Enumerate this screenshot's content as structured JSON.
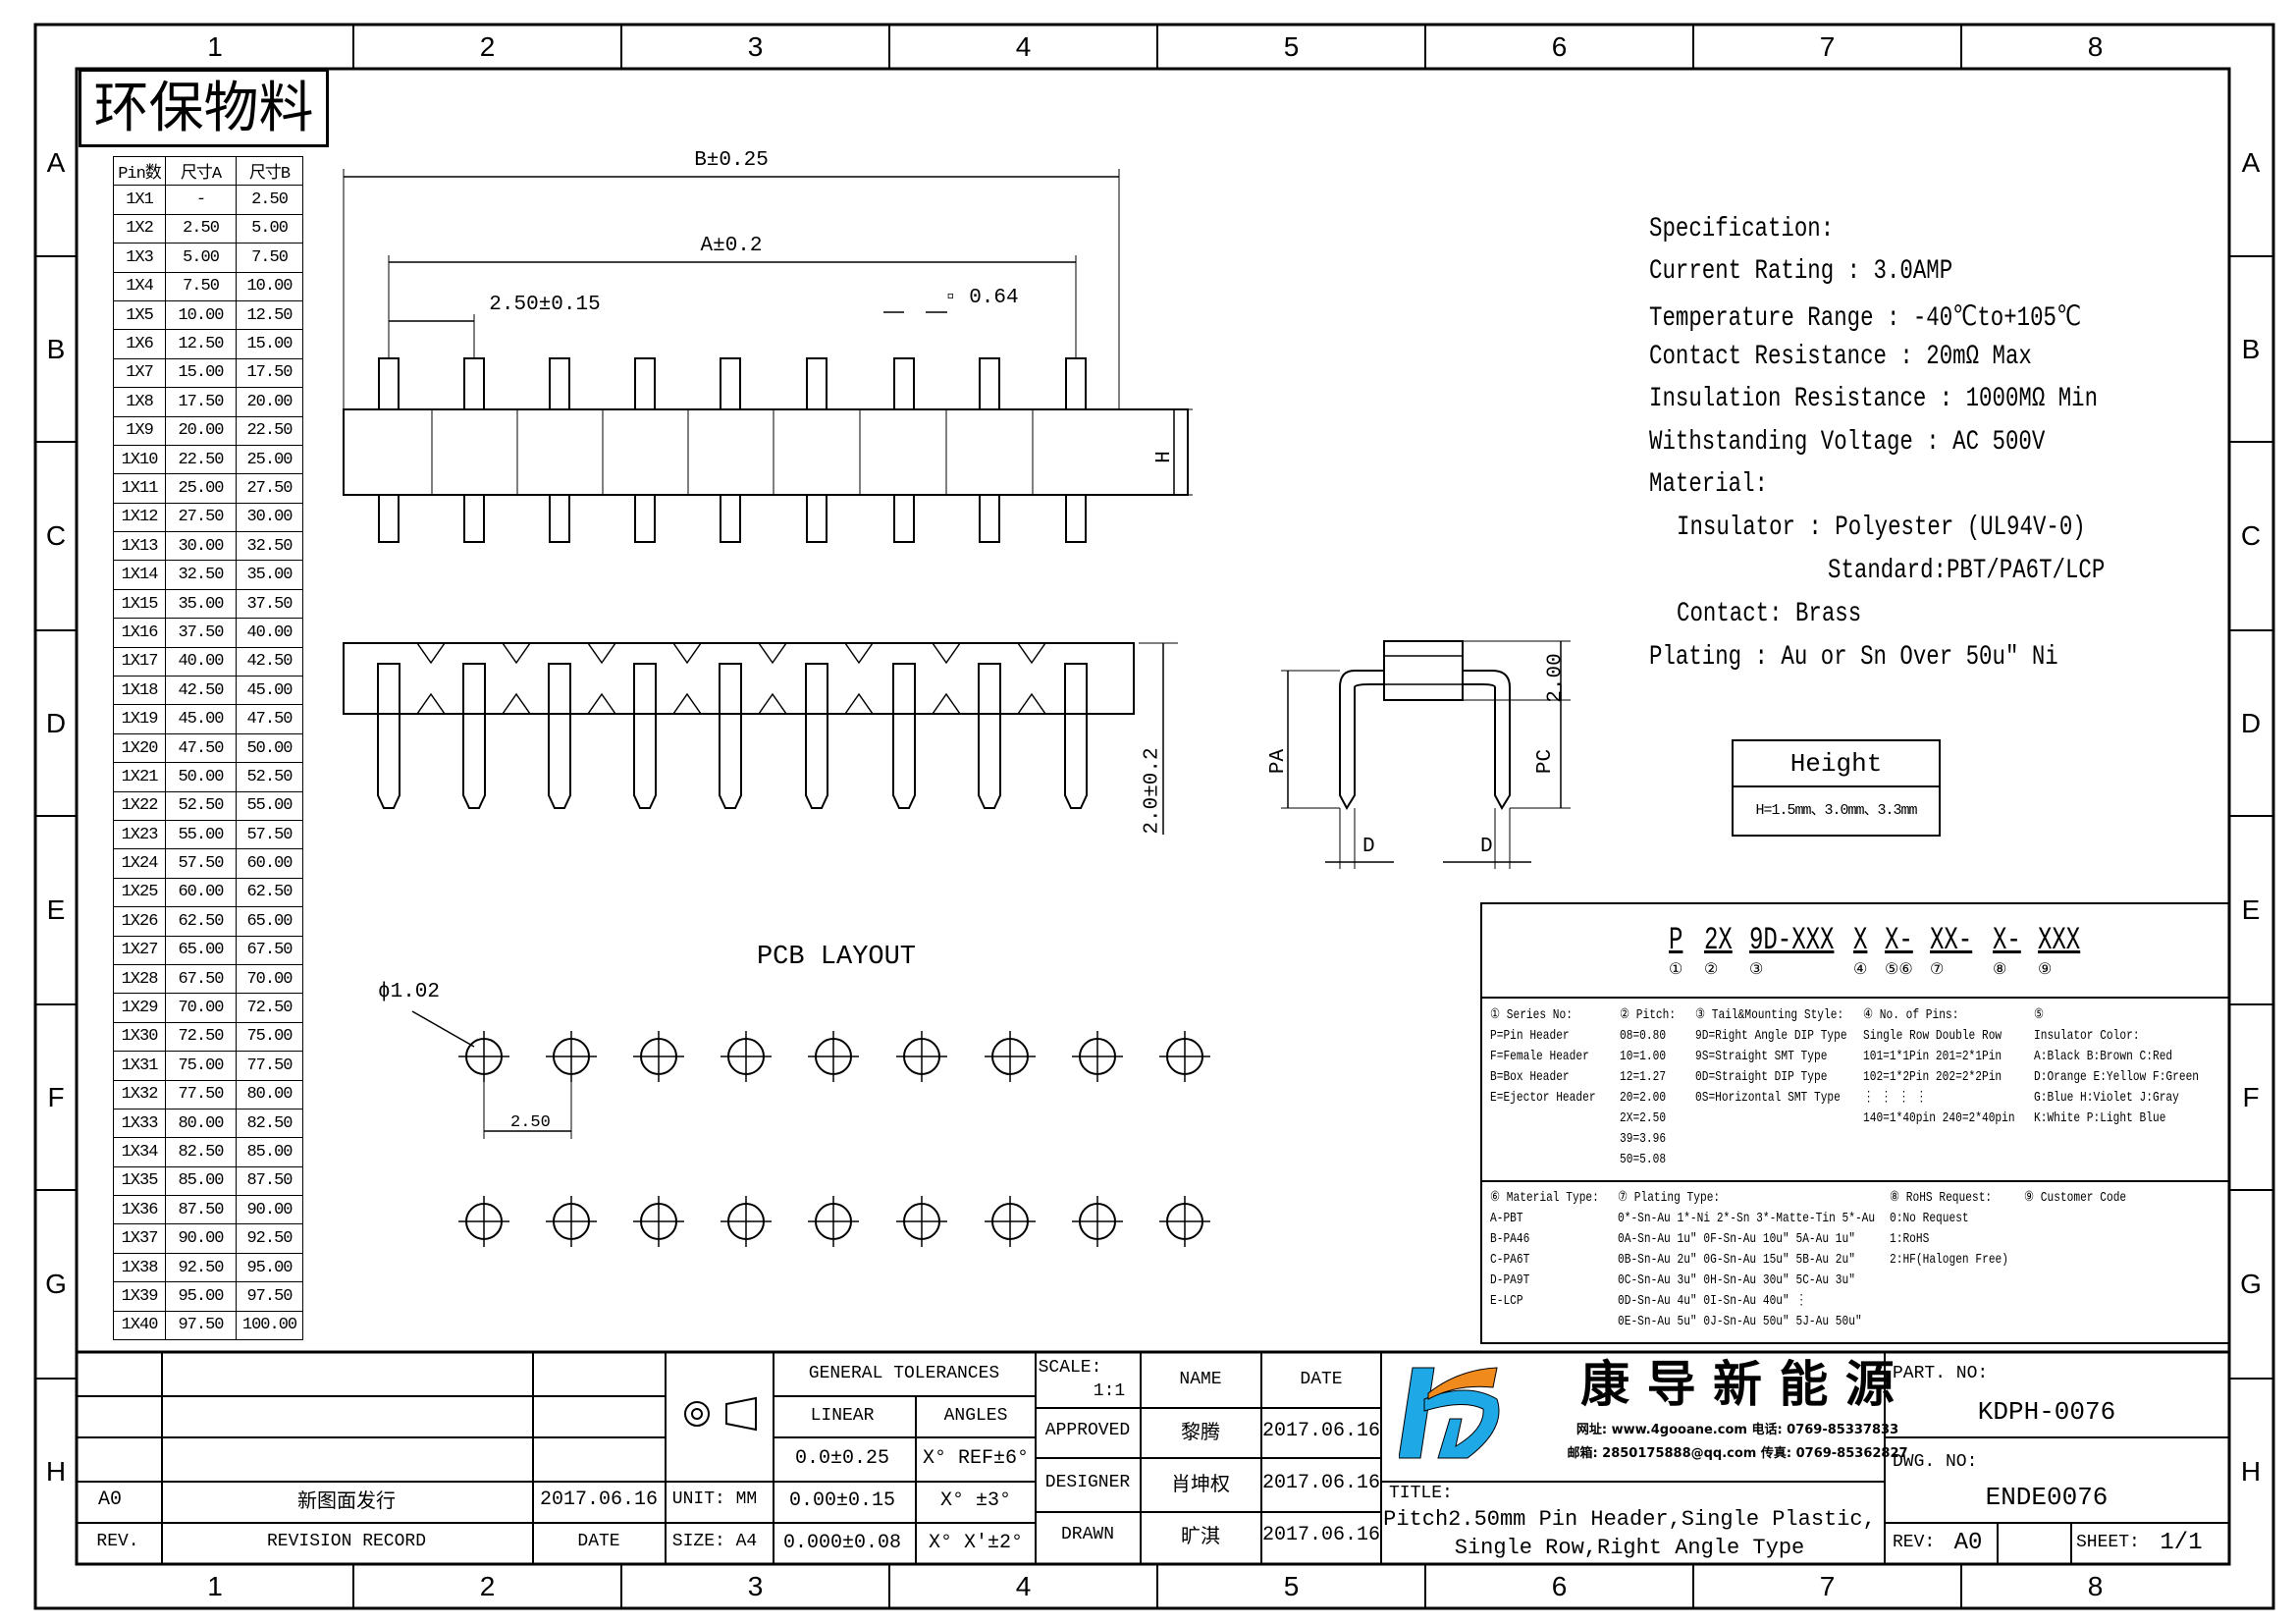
{
  "frame": {
    "columns": [
      "1",
      "2",
      "3",
      "4",
      "5",
      "6",
      "7",
      "8"
    ],
    "rows": [
      "A",
      "B",
      "C",
      "D",
      "E",
      "F",
      "G",
      "H"
    ]
  },
  "eco_label": "环保物料",
  "table": {
    "headers": [
      "Pin数",
      "尺寸A",
      "尺寸B"
    ],
    "rows": [
      [
        "1X1",
        "-",
        "2.50"
      ],
      [
        "1X2",
        "2.50",
        "5.00"
      ],
      [
        "1X3",
        "5.00",
        "7.50"
      ],
      [
        "1X4",
        "7.50",
        "10.00"
      ],
      [
        "1X5",
        "10.00",
        "12.50"
      ],
      [
        "1X6",
        "12.50",
        "15.00"
      ],
      [
        "1X7",
        "15.00",
        "17.50"
      ],
      [
        "1X8",
        "17.50",
        "20.00"
      ],
      [
        "1X9",
        "20.00",
        "22.50"
      ],
      [
        "1X10",
        "22.50",
        "25.00"
      ],
      [
        "1X11",
        "25.00",
        "27.50"
      ],
      [
        "1X12",
        "27.50",
        "30.00"
      ],
      [
        "1X13",
        "30.00",
        "32.50"
      ],
      [
        "1X14",
        "32.50",
        "35.00"
      ],
      [
        "1X15",
        "35.00",
        "37.50"
      ],
      [
        "1X16",
        "37.50",
        "40.00"
      ],
      [
        "1X17",
        "40.00",
        "42.50"
      ],
      [
        "1X18",
        "42.50",
        "45.00"
      ],
      [
        "1X19",
        "45.00",
        "47.50"
      ],
      [
        "1X20",
        "47.50",
        "50.00"
      ],
      [
        "1X21",
        "50.00",
        "52.50"
      ],
      [
        "1X22",
        "52.50",
        "55.00"
      ],
      [
        "1X23",
        "55.00",
        "57.50"
      ],
      [
        "1X24",
        "57.50",
        "60.00"
      ],
      [
        "1X25",
        "60.00",
        "62.50"
      ],
      [
        "1X26",
        "62.50",
        "65.00"
      ],
      [
        "1X27",
        "65.00",
        "67.50"
      ],
      [
        "1X28",
        "67.50",
        "70.00"
      ],
      [
        "1X29",
        "70.00",
        "72.50"
      ],
      [
        "1X30",
        "72.50",
        "75.00"
      ],
      [
        "1X31",
        "75.00",
        "77.50"
      ],
      [
        "1X32",
        "77.50",
        "80.00"
      ],
      [
        "1X33",
        "80.00",
        "82.50"
      ],
      [
        "1X34",
        "82.50",
        "85.00"
      ],
      [
        "1X35",
        "85.00",
        "87.50"
      ],
      [
        "1X36",
        "87.50",
        "90.00"
      ],
      [
        "1X37",
        "90.00",
        "92.50"
      ],
      [
        "1X38",
        "92.50",
        "95.00"
      ],
      [
        "1X39",
        "95.00",
        "97.50"
      ],
      [
        "1X40",
        "97.50",
        "100.00"
      ]
    ]
  },
  "dims": {
    "b": "B±0.25",
    "a": "A±0.2",
    "pitch": "2.50±0.15",
    "pin_sq": "▫ 0.64",
    "h": "H",
    "tail": "2.0±0.2",
    "d1": "D",
    "d2": "D",
    "pa": "PA",
    "pc": "PC",
    "h200": "2.00",
    "hole": "ϕ1.02",
    "pcb_pitch": "2.50",
    "pcb_title": "PCB LAYOUT"
  },
  "spec": {
    "lines": [
      "Specification:",
      "Current Rating : 3.0AMP",
      "Temperature Range : -40℃to+105℃",
      "Contact Resistance : 20mΩ Max",
      "Insulation Resistance : 1000MΩ Min",
      "Withstanding Voltage : AC 500V",
      "Material:"
    ],
    "insulator": "Insulator : Polyester (UL94V-0)",
    "standard": "Standard:PBT/PA6T/LCP",
    "contact": "Contact: Brass",
    "plating": "Plating : Au or Sn Over 50u\" Ni"
  },
  "height_box": {
    "title": "Height",
    "value": "H=1.5mm、3.0mm、3.3mm"
  },
  "part_code": {
    "segments": [
      "P",
      "2X",
      "9D-XXX",
      "X",
      "X-",
      "XX-",
      "X-",
      "XXX"
    ],
    "markers": [
      "①",
      "②",
      "③",
      "④",
      "⑤⑥",
      "⑦",
      "⑧",
      "⑨"
    ],
    "series": [
      "① Series No:",
      "P=Pin Header",
      "F=Female Header",
      "B=Box Header",
      "E=Ejector Header"
    ],
    "pitch": [
      "② Pitch:",
      "08=0.80",
      "10=1.00",
      "12=1.27",
      "20=2.00",
      "2X=2.50",
      "39=3.96",
      "50=5.08"
    ],
    "tail": [
      "③ Tail&Mounting Style:",
      "9D=Right Angle DIP Type",
      "9S=Straight SMT Type",
      "0D=Straight DIP Type",
      "0S=Horizontal SMT Type"
    ],
    "pins": [
      "④ No. of Pins:",
      "Single Row   Double Row",
      "101=1*1Pin  201=2*1Pin",
      "102=1*2Pin  202=2*2Pin",
      "  ⋮  ⋮        ⋮  ⋮",
      "140=1*40pin  240=2*40pin"
    ],
    "color": [
      "⑤",
      "Insulator Color:",
      "A:Black  B:Brown  C:Red",
      "D:Orange E:Yellow F:Green",
      "G:Blue   H:Violet J:Gray",
      "K:White  P:Light Blue"
    ],
    "material": [
      "⑥ Material Type:",
      "A-PBT",
      "B-PA46",
      "C-PA6T",
      "D-PA9T",
      "E-LCP"
    ],
    "plating": [
      "⑦ Plating Type:",
      "0*-Sn-Au 1*-Ni 2*-Sn 3*-Matte-Tin 5*-Au",
      "0A-Sn-Au 1u\" 0F-Sn-Au 10u\"  5A-Au 1u\"",
      "0B-Sn-Au 2u\" 0G-Sn-Au 15u\"  5B-Au 2u\"",
      "0C-Sn-Au 3u\" 0H-Sn-Au 30u\"  5C-Au 3u\"",
      "0D-Sn-Au 4u\" 0I-Sn-Au 40u\"     ⋮",
      "0E-Sn-Au 5u\" 0J-Sn-Au 50u\"  5J-Au 50u\""
    ],
    "rohs": [
      "⑧ RoHS Request:",
      "0:No Request",
      "1:RoHS",
      "2:HF(Halogen Free)"
    ],
    "customer": [
      "⑨ Customer Code"
    ]
  },
  "title_block": {
    "rev_value": "A0",
    "rev_desc": "新图面发行",
    "rev_date": "2017.06.16",
    "rev_label": "REV.",
    "record_label": "REVISION RECORD",
    "date_label": "DATE",
    "unit": "UNIT: MM",
    "size": "SIZE: A4",
    "tol_title": "GENERAL TOLERANCES",
    "linear": "LINEAR",
    "angles": "ANGLES",
    "tol_rows": [
      [
        "0.0±0.25",
        "X° REF±6°"
      ],
      [
        "0.00±0.15",
        "X° ±3°"
      ],
      [
        "0.000±0.08",
        "X° X'±2°"
      ]
    ],
    "scale_label": "SCALE:",
    "scale": "1:1",
    "name_label": "NAME",
    "date_head": "DATE",
    "roles": [
      [
        "APPROVED",
        "黎腾",
        "2017.06.16"
      ],
      [
        "DESIGNER",
        "肖坤权",
        "2017.06.16"
      ],
      [
        "DRAWN",
        "旷淇",
        "2017.06.16"
      ]
    ],
    "company": "康 导 新 能 源",
    "contact1": "网址: www.4gooane.com   电话: 0769-85337833",
    "contact2": "邮箱: 2850175888@qq.com 传真: 0769-85362827",
    "title_label": "TITLE:",
    "title1": "Pitch2.50mm Pin Header,Single Plastic,",
    "title2": "Single Row,Right Angle Type",
    "part_label": "PART. NO:",
    "part_no": "KDPH-0076",
    "dwg_label": "DWG. NO:",
    "dwg_no": "ENDE0076",
    "rev2_label": "REV:",
    "rev2": "A0",
    "sheet_label": "SHEET:",
    "sheet": "1/1"
  },
  "colors": {
    "logo_blue": "#1ea8e6",
    "logo_orange": "#f08a1c"
  }
}
